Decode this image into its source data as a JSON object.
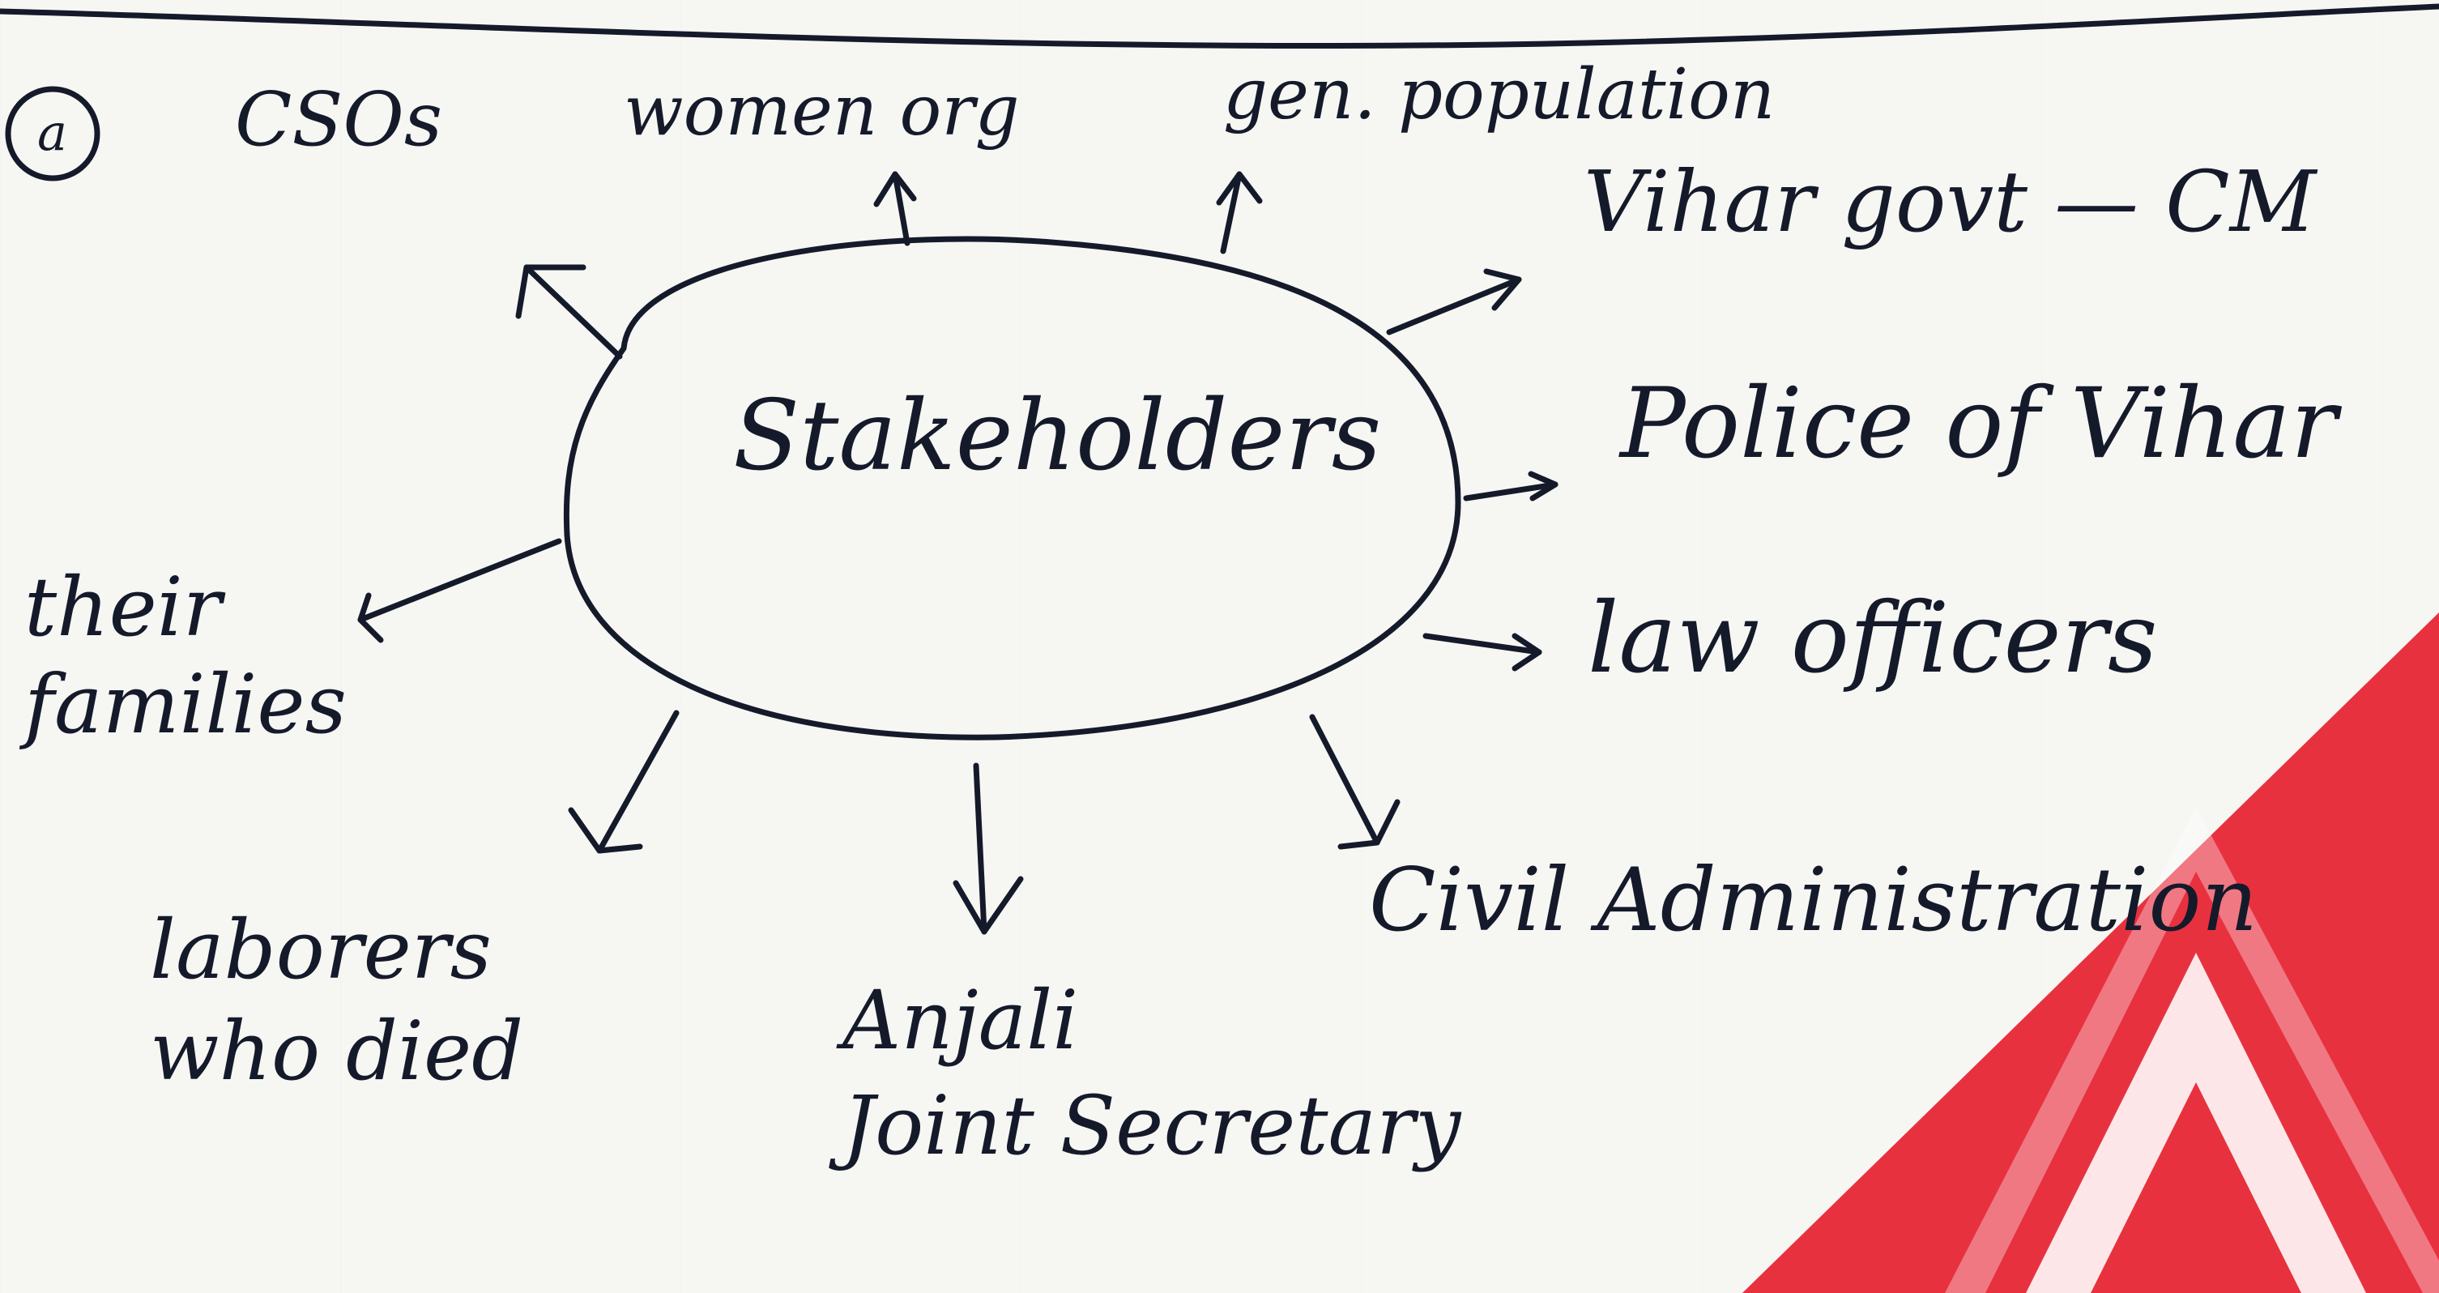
{
  "question_marker": "a",
  "center_node": "Stakeholders",
  "stakeholders": {
    "csos": "CSOs",
    "women_org": "women org",
    "gen_population": "gen. population",
    "vihar_govt": "Vihar govt — CM",
    "police": "Police of Vihar",
    "law_officers": "law officers",
    "civil_admin": "Civil Administration",
    "anjali": "Anjali\nJoint Secretary",
    "laborers": "laborers\nwho died",
    "families": "their\nfamilies"
  },
  "colors": {
    "ink": "#151a2b",
    "paper": "#f6f6f3",
    "watermark": "#e8313f"
  }
}
